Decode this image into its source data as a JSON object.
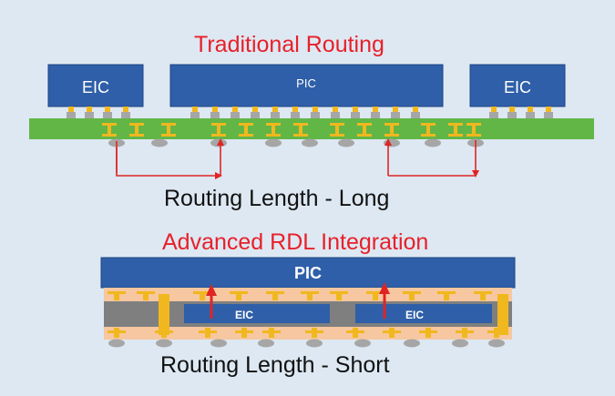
{
  "top": {
    "title": "Traditional Routing",
    "eic_left": "EIC",
    "pic": "PIC",
    "eic_right": "EIC",
    "caption": "Routing Length - Long"
  },
  "bottom": {
    "title": "Advanced RDL Integration",
    "pic": "PIC",
    "eic_left": "EIC",
    "eic_right": "EIC",
    "caption": "Routing Length - Short"
  },
  "colors": {
    "background": "#dde8f2",
    "chip_blue": "#2f5fa8",
    "chip_edge": "#1f4585",
    "substrate_green": "#62b646",
    "rdl_peach": "#f6c7a0",
    "mold_gray": "#7f7f7f",
    "bump_gold": "#f0b81e",
    "ball_gray": "#a6a6a6",
    "arrow_red": "#e02424",
    "title_red": "#e8202a"
  }
}
